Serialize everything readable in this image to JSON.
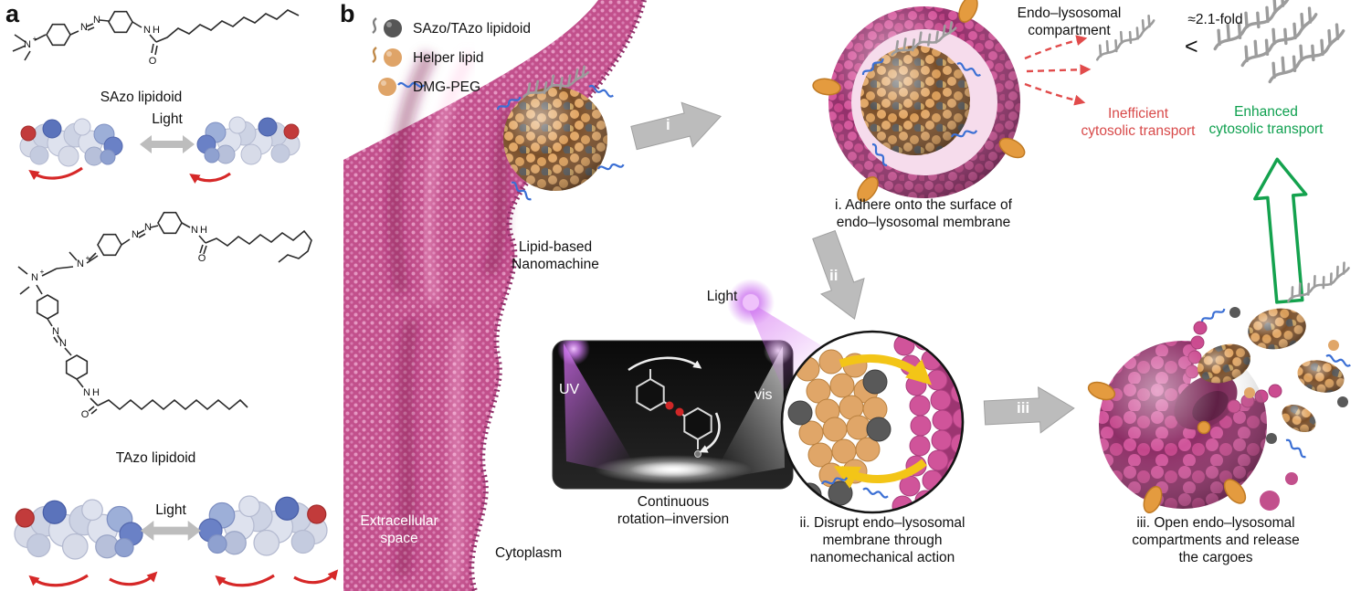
{
  "figure": {
    "panel_a": {
      "label": "a",
      "sazo_name": "SAzo lipidoid",
      "tazo_name": "TAzo lipidoid",
      "light": "Light",
      "atoms": {
        "n": "N",
        "plus": "+",
        "h": "H",
        "o": "O"
      }
    },
    "panel_b": {
      "label": "b",
      "legend": {
        "lipidoid": "SAzo/TAzo lipidoid",
        "helper": "Helper lipid",
        "peg": "DMG-PEG"
      },
      "labels": {
        "extracellular": [
          "Extracellular",
          "space"
        ],
        "cytoplasm": "Cytoplasm",
        "nanomachine": [
          "Lipid-based",
          "Nanomachine"
        ],
        "compartment": [
          "Endo–lysosomal",
          "compartment"
        ],
        "light": "Light"
      },
      "steps": {
        "i": [
          "i. Adhere onto the surface of",
          "endo–lysosomal membrane"
        ],
        "ii": [
          "ii. Disrupt endo–lysosomal",
          "membrane through",
          "nanomechanical action"
        ],
        "iii": [
          "iii. Open endo–lysosomal",
          "compartments and release",
          "the cargoes"
        ]
      },
      "arrow_labels": {
        "i": "i",
        "ii": "ii",
        "iii": "iii"
      },
      "uv_box": {
        "uv": "UV",
        "vis": "vis",
        "caption": [
          "Continuous",
          "rotation–inversion"
        ]
      },
      "transport": {
        "fold": "≈2.1-fold",
        "comparator": "<",
        "inefficient": [
          "Inefficient",
          "cytosolic transport"
        ],
        "enhanced": [
          "Enhanced",
          "cytosolic transport"
        ]
      }
    },
    "colors": {
      "membrane_pink": "#c2508c",
      "helper_tan": "#dfa468",
      "lipidoid_gray": "#565656",
      "peg_blue": "#3b6fd4",
      "inefficient_red": "#d84a4a",
      "enhanced_green": "#0fa04f",
      "light_purple": "#cf7bf0",
      "arrow_yellow": "#f3c517"
    }
  }
}
